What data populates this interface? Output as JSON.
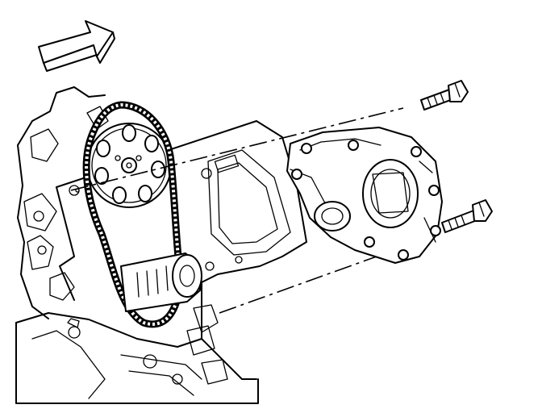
{
  "figure": {
    "kind": "line-art service illustration",
    "components": [
      "direction-arrow",
      "engine-block",
      "camshaft-sprocket",
      "timing-chain",
      "crankshaft-sprocket",
      "oil-pump",
      "bolt",
      "bolt"
    ],
    "colors": {
      "ink": "#000000",
      "paper": "#ffffff"
    }
  }
}
